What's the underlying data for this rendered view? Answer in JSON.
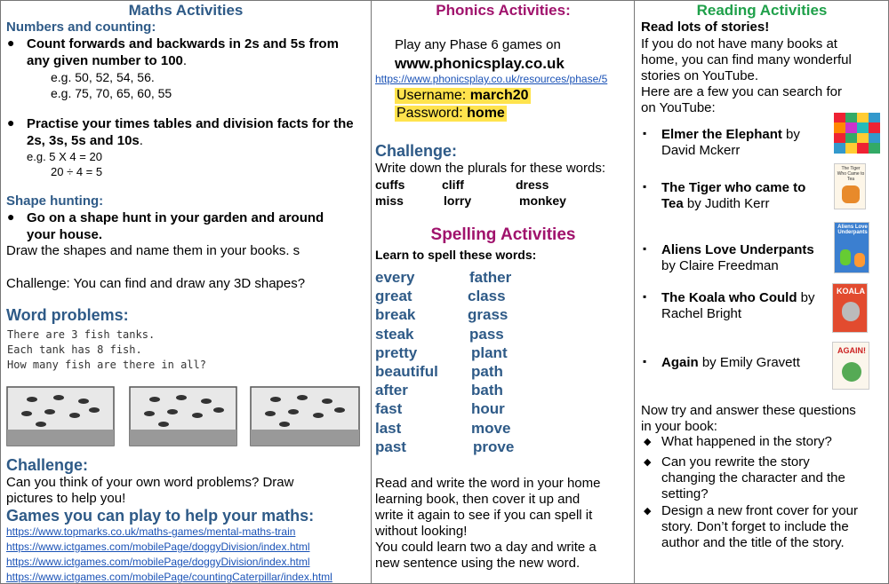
{
  "maths": {
    "title": "Maths Activities",
    "numbers_heading": "Numbers and counting:",
    "count_line1": "Count forwards and backwards in 2s and 5s from",
    "count_line2": "any given number to 100",
    "count_dot": ".",
    "eg1": "e.g. 50, 52, 54, 56.",
    "eg2": "e.g. 75, 70, 65, 60, 55",
    "times_line1": "Practise your times tables and division facts for the",
    "times_line2": "2s, 3s, 5s and 10s",
    "times_dot": ".",
    "eg3": "e.g. 5 X 4 = 20",
    "eg4": "20 ÷ 4 = 5",
    "shape_heading": "Shape hunting:",
    "shape_line1": "Go on a shape hunt in your garden and around",
    "shape_line2": "your house.",
    "shape_draw": "Draw the shapes and name them in your books. s",
    "shape_challenge": "Challenge: You can find and draw any 3D shapes?",
    "word_heading": "Word problems:",
    "problem1": "There are 3 fish tanks.",
    "problem2": "Each tank has 8 fish.",
    "problem3": "How many fish are there in all?",
    "challenge_heading": "Challenge:",
    "challenge_line1": "Can you think of your own word problems? Draw",
    "challenge_line2": "pictures to help you!",
    "games_heading": "Games you can play to help your maths:",
    "links": [
      "https://www.topmarks.co.uk/maths-games/mental-maths-train",
      "https://www.ictgames.com/mobilePage/doggyDivision/index.html",
      "https://www.ictgames.com/mobilePage/doggyDivision/index.html",
      "https://www.ictgames.com/mobilePage/countingCaterpillar/index.html"
    ]
  },
  "phonics": {
    "title": "Phonics Activities:",
    "play_line": "Play any Phase 6 games on",
    "site": "www.phonicsplay.co.uk",
    "url": "https://www.phonicsplay.co.uk/resources/phase/5",
    "username_label": "Username: ",
    "username": "march20",
    "password_label": "Password: ",
    "password": "home",
    "challenge_heading": "Challenge:",
    "challenge_text": "Write down the plurals for these words:",
    "plural_words": [
      "cuffs",
      "cliff",
      "dress",
      "miss",
      "lorry",
      "monkey"
    ]
  },
  "spelling": {
    "title": "Spelling Activities",
    "subtitle": "Learn to spell these words:",
    "left_words": [
      "every",
      "great",
      "break",
      "steak",
      "pretty",
      "beautiful",
      "after",
      "fast",
      "last",
      "past"
    ],
    "right_words": [
      "father",
      "class",
      "grass",
      "pass",
      "plant",
      "path",
      "bath",
      "hour",
      "move",
      "prove"
    ],
    "instr_lines": [
      "Read and write the word in your home",
      "learning book, then cover it up and",
      "write it again to see if you can spell it",
      "without looking!",
      "You could learn two a day and write a",
      "new sentence using the new word."
    ]
  },
  "reading": {
    "title": "Reading Activities",
    "lead": "Read lots of stories!",
    "intro_lines": [
      "If you do not have many books at",
      "home, you can find many wonderful",
      "stories on YouTube.",
      "Here are a few you can search for",
      "on YouTube:"
    ],
    "books": [
      {
        "title": "Elmer the Elephant",
        "by1": " by",
        "line2": "David Mckerr"
      },
      {
        "title": "The Tiger who came to",
        "by1": "",
        "line2b": "Tea",
        "line2": " by Judith Kerr"
      },
      {
        "title": "Aliens Love Underpants",
        "by1": "",
        "line2": "by Claire Freedman"
      },
      {
        "title": "The Koala who Could",
        "by1": " by",
        "line2": "Rachel Bright"
      },
      {
        "title": "Again",
        "by1": " by Emily Gravett",
        "line2": ""
      }
    ],
    "cover_texts": [
      "The Tiger Who Came to Tea",
      "Aliens Love Underpants",
      "KOALA",
      "AGAIN!"
    ],
    "questions_intro1": "Now try and answer these questions",
    "questions_intro2": "in your book:",
    "questions": [
      [
        "What happened in the story?"
      ],
      [
        "Can you rewrite the story",
        "changing the character and the",
        "setting?"
      ],
      [
        "Design a new front cover for your",
        "story. Don’t forget to include the",
        "author and the title of the story."
      ]
    ]
  },
  "colors": {
    "maths_blue": "#2e5a87",
    "phonics_magenta": "#a0126c",
    "reading_green": "#1fa04a",
    "highlight_yellow": "#ffe34d",
    "link_blue": "#1a52b6"
  }
}
